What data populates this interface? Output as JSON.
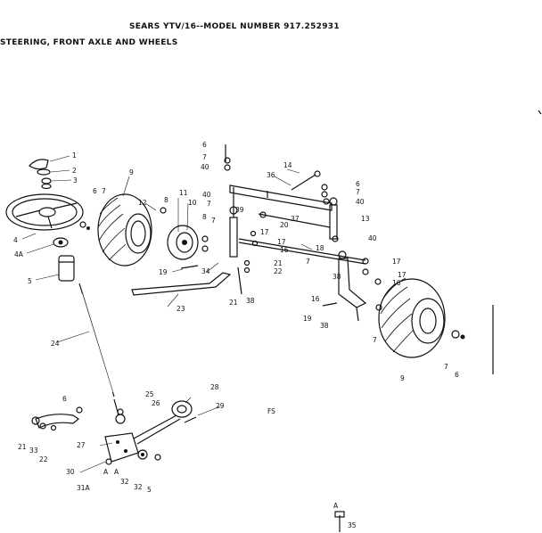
{
  "header": {
    "model_line": "SEARS YTV/16--MODEL NUMBER 917.252931",
    "section_title": "STEERING, FRONT AXLE AND WHEELS"
  },
  "callouts": {
    "c1": "1",
    "c2": "2",
    "c3": "3",
    "c4": "4",
    "c4a": "4A",
    "c5": "5",
    "c6a": "6",
    "c7a": "7",
    "c9a": "9",
    "c12": "12",
    "c8a": "8",
    "c11": "11",
    "c10": "10",
    "c8b": "8",
    "c7b": "7",
    "c19a": "19",
    "c34": "34",
    "c6b": "6",
    "c7c": "7",
    "c40a": "40",
    "c14": "14",
    "c36": "36",
    "c6c": "6",
    "c7d": "7",
    "c40b": "40",
    "c40c": "40",
    "c7e": "7",
    "c39": "39",
    "c37": "37",
    "c13": "13",
    "c20": "20",
    "c17a": "17",
    "c16a": "16",
    "c40d": "40",
    "c18": "18",
    "c7f": "7",
    "c21a": "21",
    "c22a": "22",
    "c21b": "21",
    "c38a": "38",
    "c23": "23",
    "c17b": "17",
    "c38b": "38",
    "c17c": "17",
    "c16b": "16",
    "c16c": "16",
    "c19b": "19",
    "c38c": "38",
    "c7g": "7",
    "c7h": "7",
    "c6d": "6",
    "c9b": "9",
    "c24": "24",
    "c6e": "6",
    "c25": "25",
    "c26": "26",
    "c28": "28",
    "c29": "29",
    "c21c": "21",
    "c33": "33",
    "c22b": "22",
    "c27": "27",
    "c30": "30",
    "c31a": "31A",
    "cA1": "A",
    "cA2": "A",
    "c32a": "32",
    "c32b": "32",
    "c5b": "5",
    "cA3": "A",
    "c35": "35",
    "cFS": "FS"
  }
}
